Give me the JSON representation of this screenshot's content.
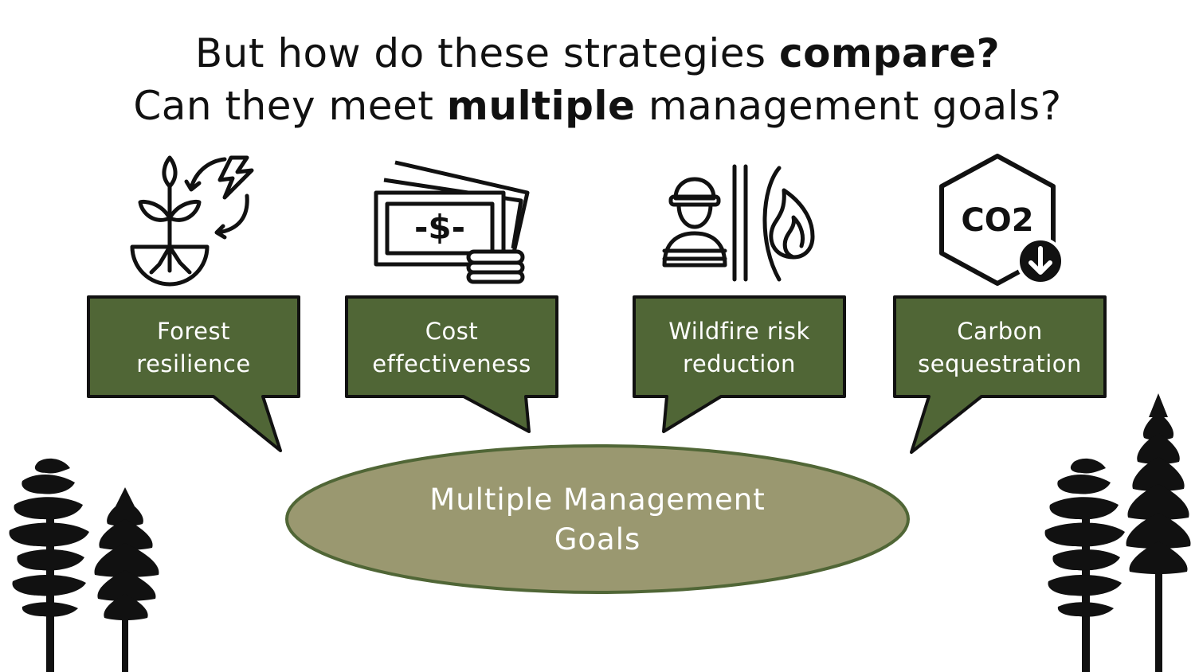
{
  "title": {
    "line1_prefix": "But how do these strategies ",
    "line1_bold": "compare?",
    "line2_prefix": "Can they meet ",
    "line2_bold": "multiple",
    "line2_suffix": " management goals?"
  },
  "goals": [
    {
      "line1": "Forest",
      "line2": "resilience",
      "icon": "plant-energy-cycle-icon"
    },
    {
      "line1": "Cost",
      "line2": "effectiveness",
      "icon": "money-icon"
    },
    {
      "line1": "Wildfire risk",
      "line2": "reduction",
      "icon": "firefighter-fire-icon"
    },
    {
      "line1": "Carbon",
      "line2": "sequestration",
      "icon": "co2-reduction-icon"
    }
  ],
  "co2_label": "CO2",
  "dollar_label": "-$-",
  "center": {
    "line1": "Multiple Management",
    "line2": "Goals"
  },
  "colors": {
    "bubble": "#506636",
    "ellipse": "#9a9870",
    "ellipse_border": "#506636",
    "text": "#111111"
  }
}
